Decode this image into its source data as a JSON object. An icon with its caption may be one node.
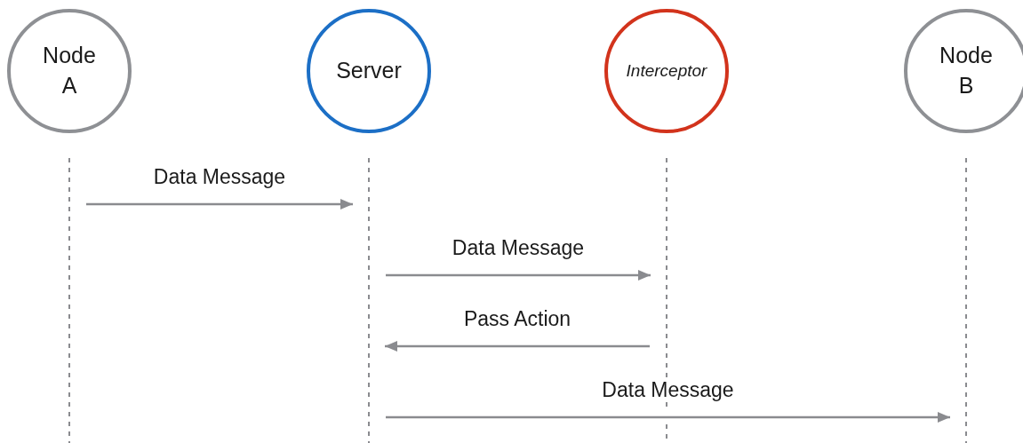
{
  "diagram": {
    "nodes": [
      {
        "text": [
          "Node A"
        ]
      },
      {
        "text": [
          "Server"
        ]
      },
      {
        "text": [
          "Interceptor"
        ]
      },
      {
        "text": [
          "Node B"
        ]
      }
    ],
    "edges": [
      {
        "from": 0,
        "to": 1,
        "arrow": "to",
        "label": "Data Message"
      },
      {
        "from": 1,
        "to": 2,
        "arrow": "to",
        "label": "Data Message"
      },
      {
        "from": 2,
        "to": 1,
        "arrow": "to",
        "label": "Pass Action"
      },
      {
        "from": 1,
        "to": 3,
        "arrow": "to",
        "label": "Data Message"
      }
    ]
  }
}
